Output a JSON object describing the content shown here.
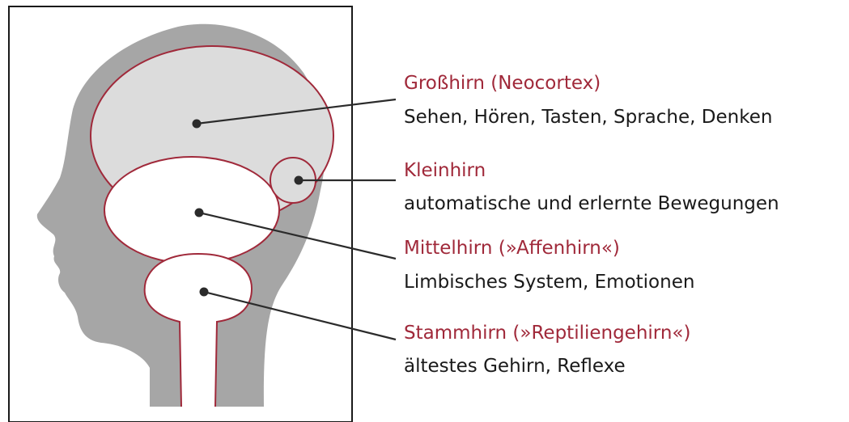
{
  "regions": [
    {
      "key": "grosshirn",
      "title": "Großhirn (Neocortex)",
      "description": "Sehen, Hören, Tasten, Sprache, Denken"
    },
    {
      "key": "kleinhirn",
      "title": "Kleinhirn",
      "description": "automatische und erlernte Bewegungen"
    },
    {
      "key": "mittelhirn",
      "title": "Mittelhirn (»Affenhirn«)",
      "description": "Limbisches System, Emotionen"
    },
    {
      "key": "stammhirn",
      "title": "Stammhirn (»Reptiliengehirn«)",
      "description": "ältestes Gehirn, Reflexe"
    }
  ],
  "colors": {
    "head_fill": "#a6a6a6",
    "cortex_fill": "#dcdcdc",
    "region_outline": "#a0293a",
    "inner_fill": "#ffffff",
    "title_text": "#a0293a",
    "description_text": "#1a1a1a",
    "leader_line": "#2b2b2b"
  }
}
